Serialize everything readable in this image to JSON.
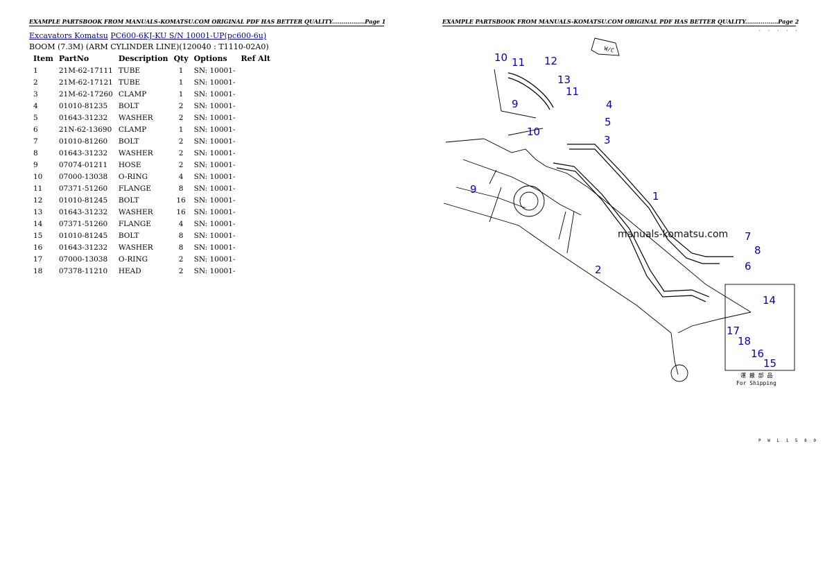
{
  "header": {
    "page1": "EXAMPLE PARTSBOOK FROM MANUALS-KOMATSU.COM ORIGINAL PDF HAS BETTER QUALITY.................Page 1",
    "page2": "EXAMPLE PARTSBOOK FROM MANUALS-KOMATSU.COM ORIGINAL PDF HAS BETTER QUALITY.................Page 2"
  },
  "breadcrumb": {
    "link1": "Excavators Komatsu",
    "link2": "PC600-6KJ-KU S/N 10001-UP(pc600-6u)"
  },
  "subtitle": "BOOM (7.3M) (ARM CYLINDER LINE)(120040 : T1110-02A0)",
  "table": {
    "columns": [
      "Item",
      "PartNo",
      "Description",
      "Qty",
      "Options",
      "Ref Alt"
    ],
    "rows": [
      [
        "1",
        "21M-62-17111",
        "TUBE",
        "1",
        "SN: 10001-",
        ""
      ],
      [
        "2",
        "21M-62-17121",
        "TUBE",
        "1",
        "SN: 10001-",
        ""
      ],
      [
        "3",
        "21M-62-17260",
        "CLAMP",
        "1",
        "SN: 10001-",
        ""
      ],
      [
        "4",
        "01010-81235",
        "BOLT",
        "2",
        "SN: 10001-",
        ""
      ],
      [
        "5",
        "01643-31232",
        "WASHER",
        "2",
        "SN: 10001-",
        ""
      ],
      [
        "6",
        "21N-62-13690",
        "CLAMP",
        "1",
        "SN: 10001-",
        ""
      ],
      [
        "7",
        "01010-81260",
        "BOLT",
        "2",
        "SN: 10001-",
        ""
      ],
      [
        "8",
        "01643-31232",
        "WASHER",
        "2",
        "SN: 10001-",
        ""
      ],
      [
        "9",
        "07074-01211",
        "HOSE",
        "2",
        "SN: 10001-",
        ""
      ],
      [
        "10",
        "07000-13038",
        "O-RING",
        "4",
        "SN: 10001-",
        ""
      ],
      [
        "11",
        "07371-51260",
        "FLANGE",
        "8",
        "SN: 10001-",
        ""
      ],
      [
        "12",
        "01010-81245",
        "BOLT",
        "16",
        "SN: 10001-",
        ""
      ],
      [
        "13",
        "01643-31232",
        "WASHER",
        "16",
        "SN: 10001-",
        ""
      ],
      [
        "14",
        "07371-51260",
        "FLANGE",
        "4",
        "SN: 10001-",
        ""
      ],
      [
        "15",
        "01010-81245",
        "BOLT",
        "8",
        "SN: 10001-",
        ""
      ],
      [
        "16",
        "01643-31232",
        "WASHER",
        "8",
        "SN: 10001-",
        ""
      ],
      [
        "17",
        "07000-13038",
        "O-RING",
        "2",
        "SN: 10001-",
        ""
      ],
      [
        "18",
        "07378-11210",
        "HEAD",
        "2",
        "SN: 10001-",
        ""
      ]
    ]
  },
  "diagram": {
    "watermark": "manuals-komatsu.com",
    "wc_label": "W/C",
    "shipping_jp": "運 搬 部 品",
    "shipping_en": "For Shipping",
    "top_code": "· · · · ·",
    "footer_code": "P W L 1 5 8 0",
    "callouts": [
      "10",
      "11",
      "12",
      "13",
      "11",
      "9",
      "4",
      "5",
      "3",
      "10",
      "9",
      "1",
      "7",
      "8",
      "6",
      "2",
      "14",
      "17",
      "18",
      "16",
      "15"
    ]
  }
}
